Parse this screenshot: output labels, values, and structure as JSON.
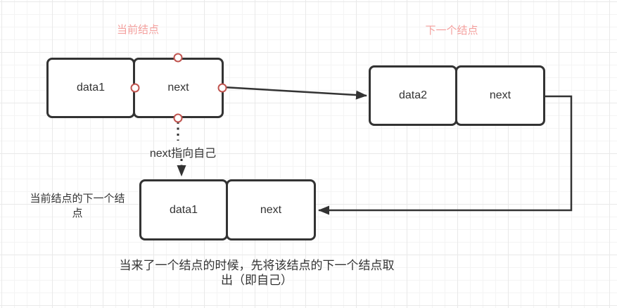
{
  "diagram": {
    "annotations": {
      "current_node_label": "当前结点",
      "next_node_label": "下一个结点",
      "next_self_label": "next指向自己",
      "extracted_node_label": "当前结点的下一个结点",
      "bottom_note": "当来了一个结点的时候，先将该结点的下一个结点取出（即自己）"
    },
    "nodes": {
      "current": {
        "data_label": "data1",
        "next_label": "next"
      },
      "next": {
        "data_label": "data2",
        "next_label": "next"
      },
      "extracted": {
        "data_label": "data1",
        "next_label": "next"
      }
    },
    "colors": {
      "shape_stroke": "#333333",
      "annotation_pink": "#f4a09e",
      "connection_point_stroke": "#c0544f",
      "grid_minor": "#f4f4f4",
      "grid_major": "#e9e9e9",
      "background": "#ffffff"
    }
  }
}
